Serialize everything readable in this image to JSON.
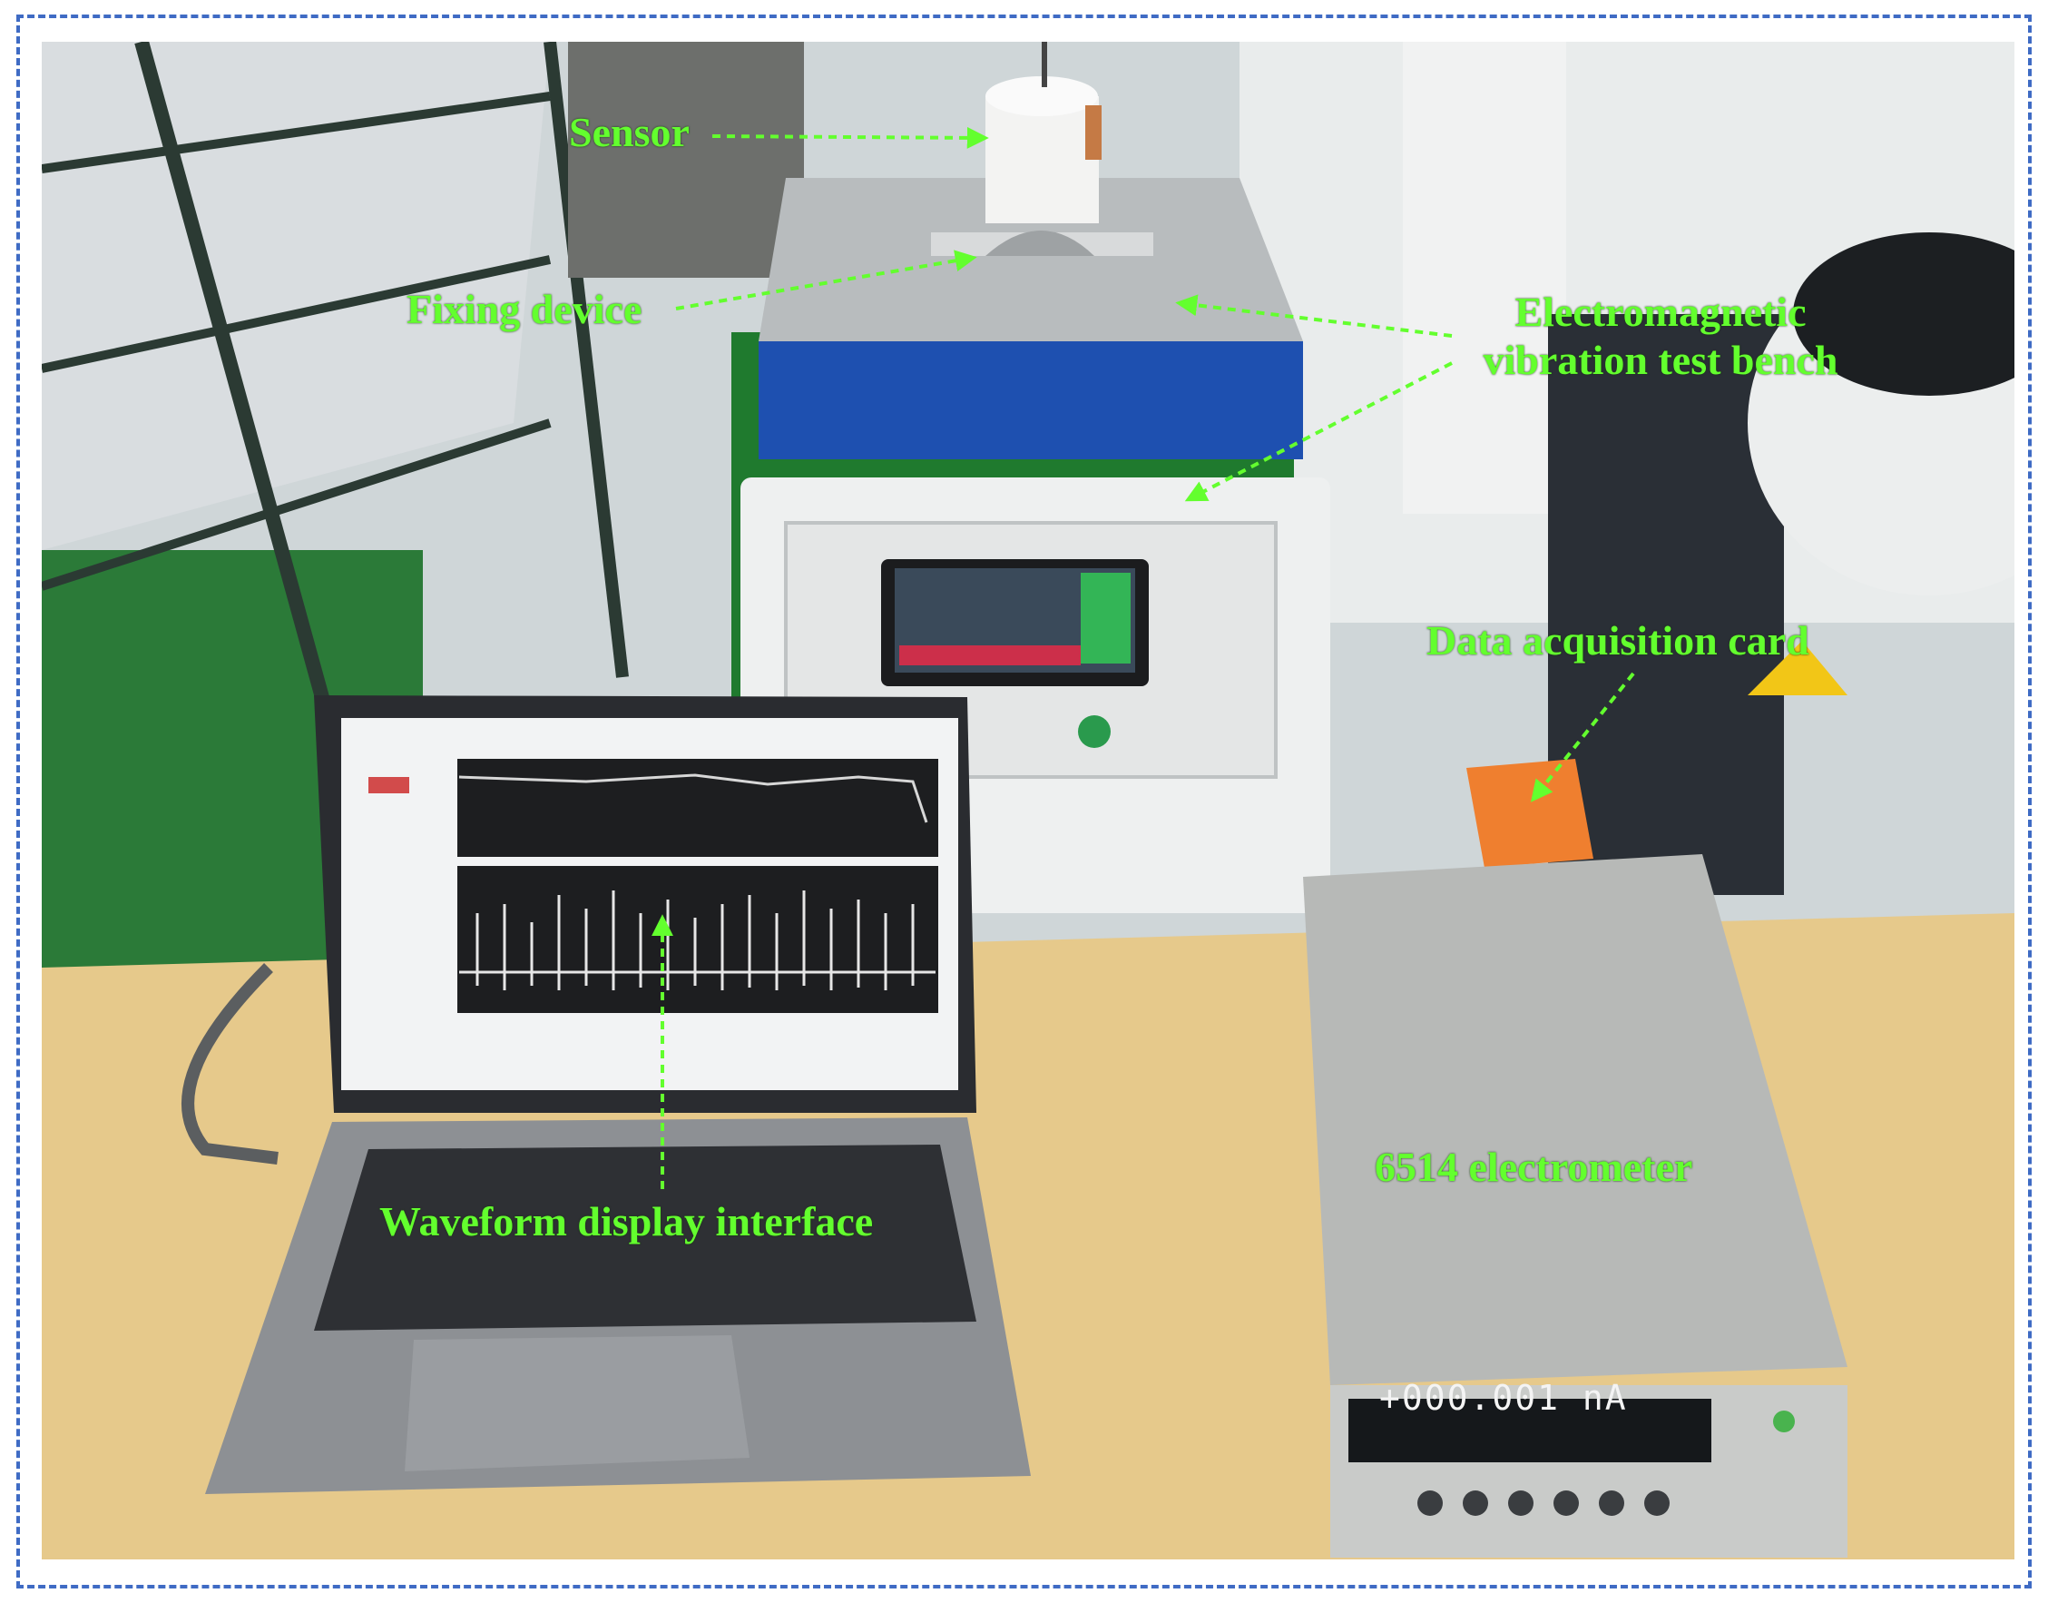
{
  "labels": {
    "sensor": "Sensor",
    "fixing_device": "Fixing device",
    "test_bench_line1": "Electromagnetic",
    "test_bench_line2": "vibration test bench",
    "data_acquisition_card": "Data acquisition card",
    "waveform_display_interface": "Waveform display interface",
    "electrometer": "6514 electrometer"
  },
  "electrometer_display": "+000.001 nA",
  "colors": {
    "label_text": "#63ff2e",
    "frame_border": "#3f6bc4",
    "arrow": "#63ff2e"
  }
}
